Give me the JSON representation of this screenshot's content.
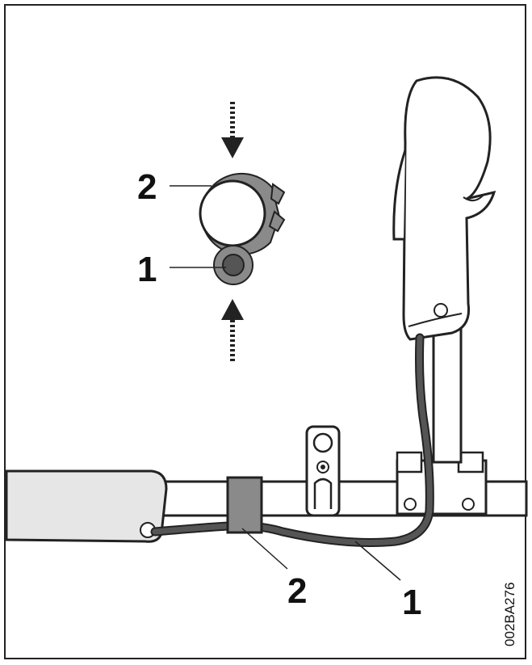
{
  "callouts": {
    "detail_clip": "2",
    "detail_cable": "1",
    "main_clip": "2",
    "main_cable": "1"
  },
  "figure_code": "002BA276",
  "colors": {
    "line": "#222222",
    "cable": "#555555",
    "clip": "#8a8a8a",
    "fill_light": "#e6e6e6"
  }
}
